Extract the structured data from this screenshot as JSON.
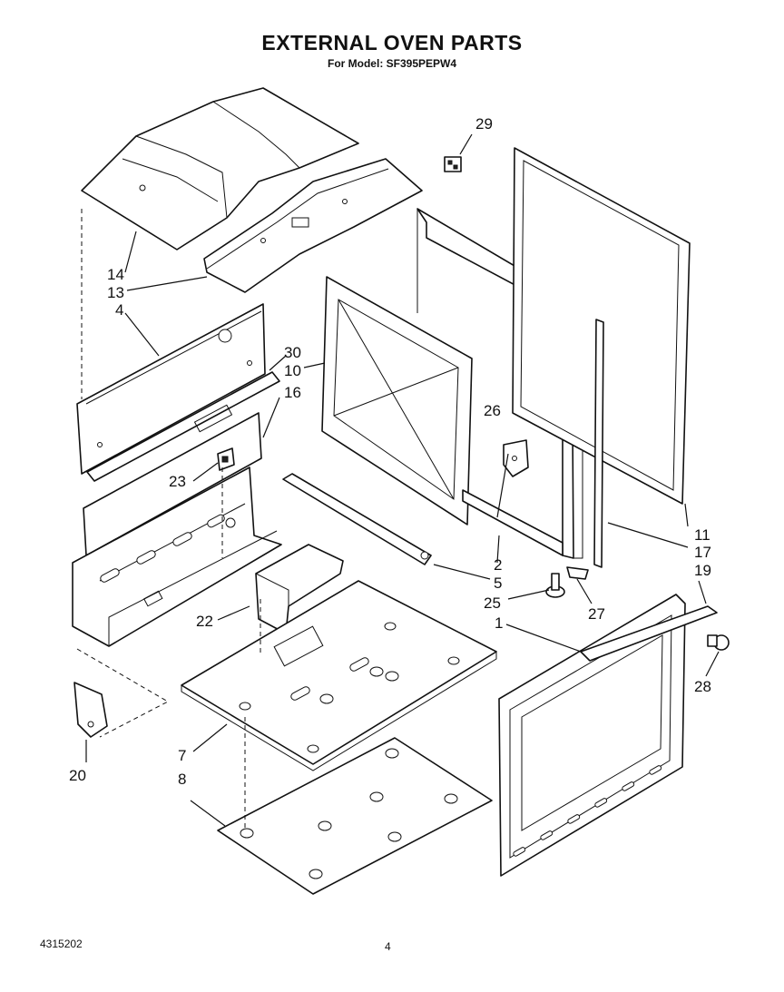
{
  "header": {
    "title": "EXTERNAL OVEN PARTS",
    "subtitle": "For Model: SF395PEPW4"
  },
  "footer": {
    "doc_number": "4315202",
    "page_number": "4"
  },
  "callouts": {
    "c1": "1",
    "c2": "2",
    "c4": "4",
    "c5": "5",
    "c7": "7",
    "c8": "8",
    "c10": "10",
    "c11": "11",
    "c13": "13",
    "c14": "14",
    "c16": "16",
    "c17": "17",
    "c19": "19",
    "c20": "20",
    "c22": "22",
    "c23": "23",
    "c25": "25",
    "c26": "26",
    "c27": "27",
    "c28": "28",
    "c29": "29",
    "c30": "30"
  }
}
